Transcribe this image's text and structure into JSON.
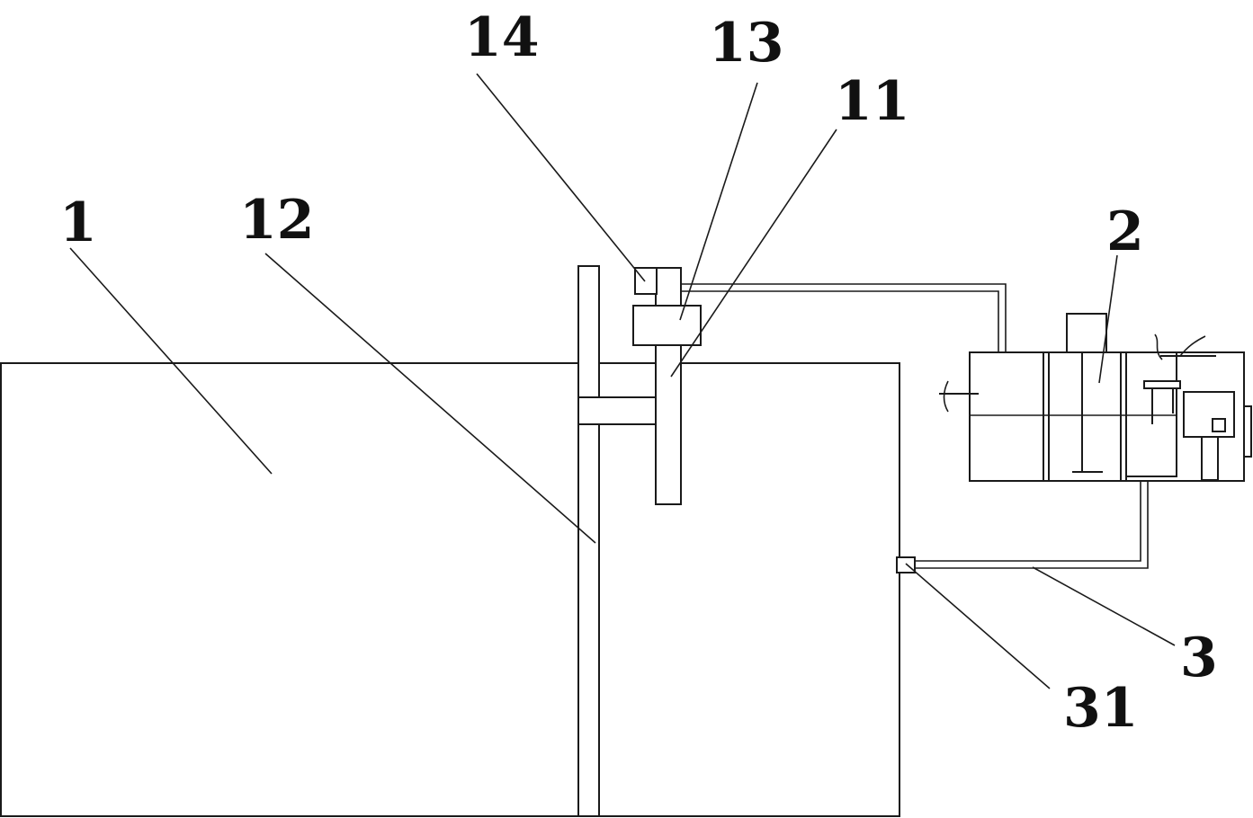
{
  "diagram": {
    "labels": {
      "tank": "1",
      "pump": "11",
      "pole": "12",
      "motor": "13",
      "box": "14",
      "unit": "2",
      "pipe": "3",
      "valve": "31"
    }
  }
}
